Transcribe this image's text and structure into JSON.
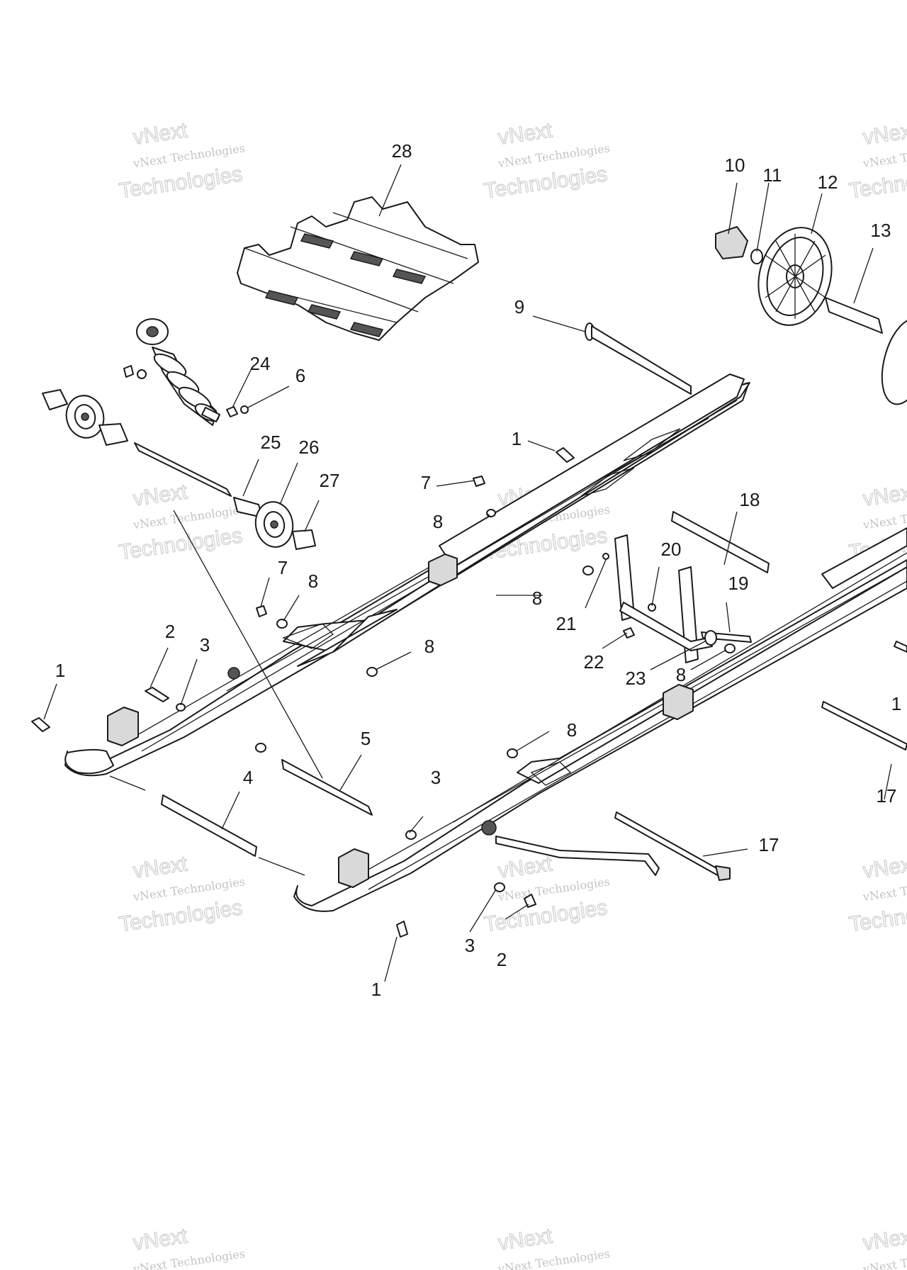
{
  "diagram": {
    "watermark": {
      "line1": "vNext Technologies",
      "line2": "Technologies",
      "mark": "vNext"
    },
    "callouts": [
      "28",
      "10",
      "11",
      "12",
      "13",
      "9",
      "24",
      "6",
      "25",
      "26",
      "27",
      "1",
      "7",
      "8",
      "18",
      "20",
      "19",
      "21",
      "22",
      "23",
      "2",
      "3",
      "5",
      "4",
      "17"
    ]
  }
}
